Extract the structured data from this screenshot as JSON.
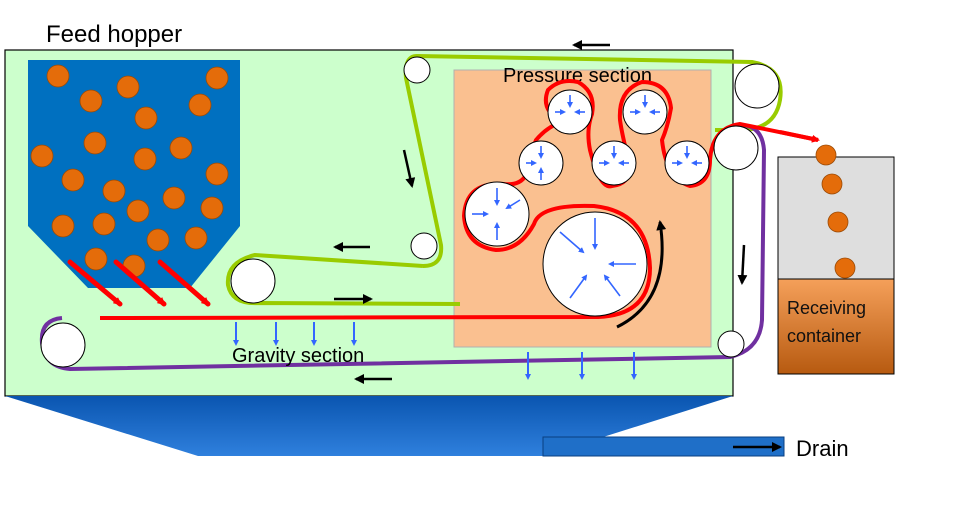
{
  "labels": {
    "feed_hopper": "Feed hopper",
    "pressure_section": "Pressure section",
    "gravity_section": "Gravity section",
    "receiving_line1": "Receiving",
    "receiving_line2": "container",
    "drain": "Drain"
  },
  "colors": {
    "frame_fill": "#ccffcc",
    "hopper_fill": "#0070c0",
    "pressure_zone_fill": "#fac090",
    "sludge_particle": "#e46c0a",
    "press_belt": "#ff0000",
    "upper_belt": "#99cc00",
    "lower_belt": "#7030a0",
    "water_arrow": "#3366ff",
    "tray_fill": "#1f6fc8",
    "container_top": "#dedede",
    "container_bottom": "#e46c0a"
  }
}
